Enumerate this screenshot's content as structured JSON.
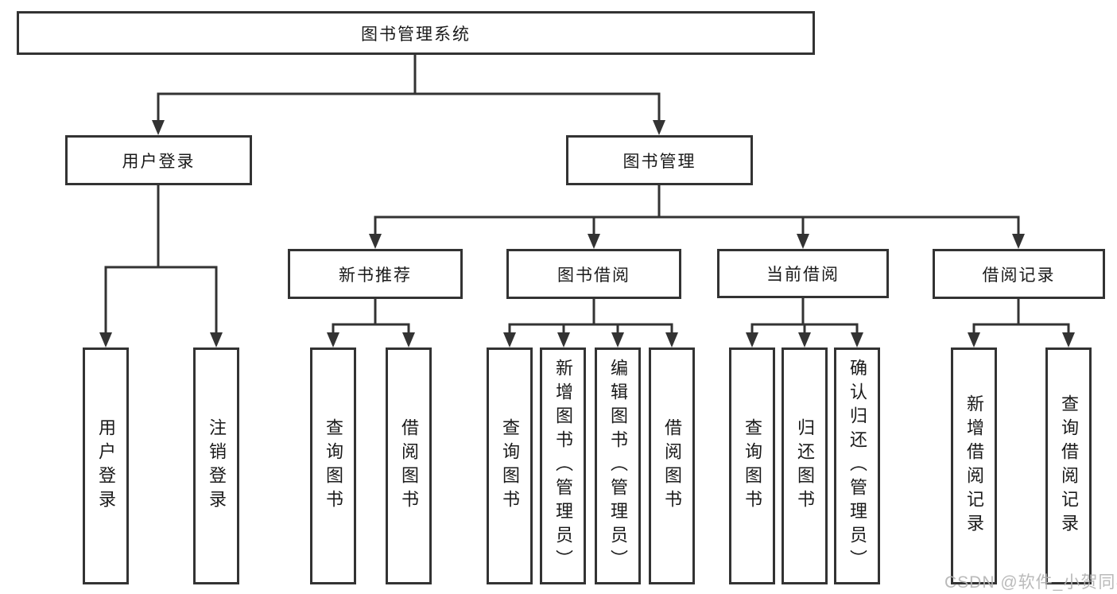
{
  "diagram": {
    "root": {
      "label": "图书管理系统"
    },
    "level2": [
      {
        "id": "user-login",
        "label": "用户登录"
      },
      {
        "id": "book-management",
        "label": "图书管理"
      }
    ],
    "level3": [
      {
        "id": "new-book-recommend",
        "label": "新书推荐"
      },
      {
        "id": "book-borrowing",
        "label": "图书借阅"
      },
      {
        "id": "current-borrowing",
        "label": "当前借阅"
      },
      {
        "id": "borrowing-records",
        "label": "借阅记录"
      }
    ],
    "leaves": {
      "user_login": [
        "用户登录",
        "注销登录"
      ],
      "new_book": [
        "查询图书",
        "借阅图书"
      ],
      "book_borrow": [
        "查询图书",
        "新增图书（管理员）",
        "编辑图书（管理员）",
        "借阅图书"
      ],
      "current_borrow": [
        "查询图书",
        "归还图书",
        "确认归还（管理员）"
      ],
      "records": [
        "新增借阅记录",
        "查询借阅记录"
      ]
    }
  },
  "watermark": {
    "text": "CSDN @软件_小贺同学"
  },
  "colors": {
    "line": "#333333",
    "text": "#1a1a1a",
    "box_background": "#ffffff",
    "watermark": "#b3b3b3"
  }
}
